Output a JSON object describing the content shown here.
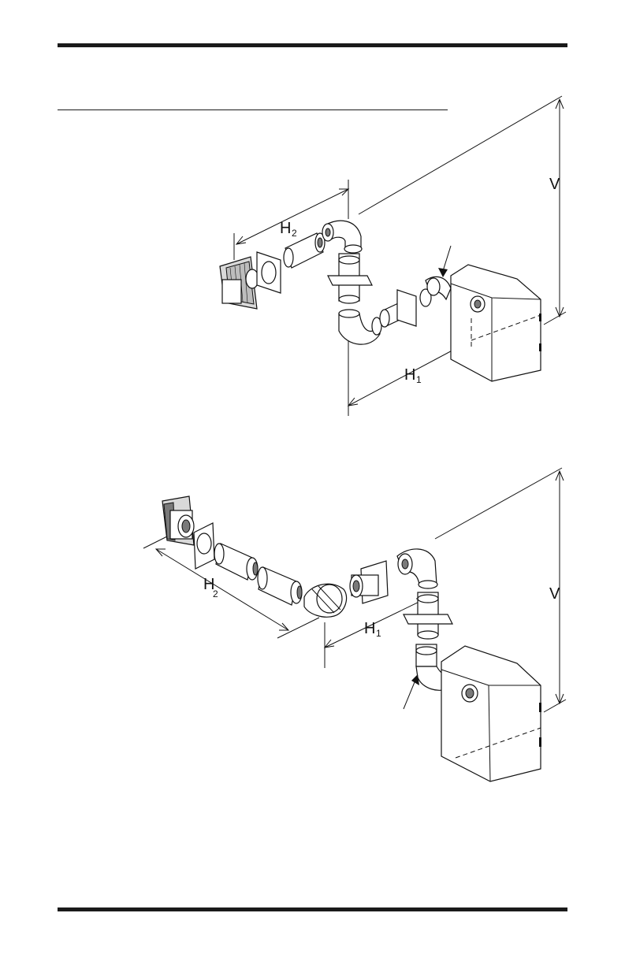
{
  "figure_top": {
    "labels": {
      "vertical": "V",
      "horizontal_1": "H",
      "horizontal_1_sub": "1",
      "horizontal_2": "H",
      "horizontal_2_sub": "2"
    }
  },
  "figure_bottom": {
    "labels": {
      "vertical": "V",
      "horizontal_1": "H",
      "horizontal_1_sub": "1",
      "horizontal_2": "H",
      "horizontal_2_sub": "2"
    }
  }
}
